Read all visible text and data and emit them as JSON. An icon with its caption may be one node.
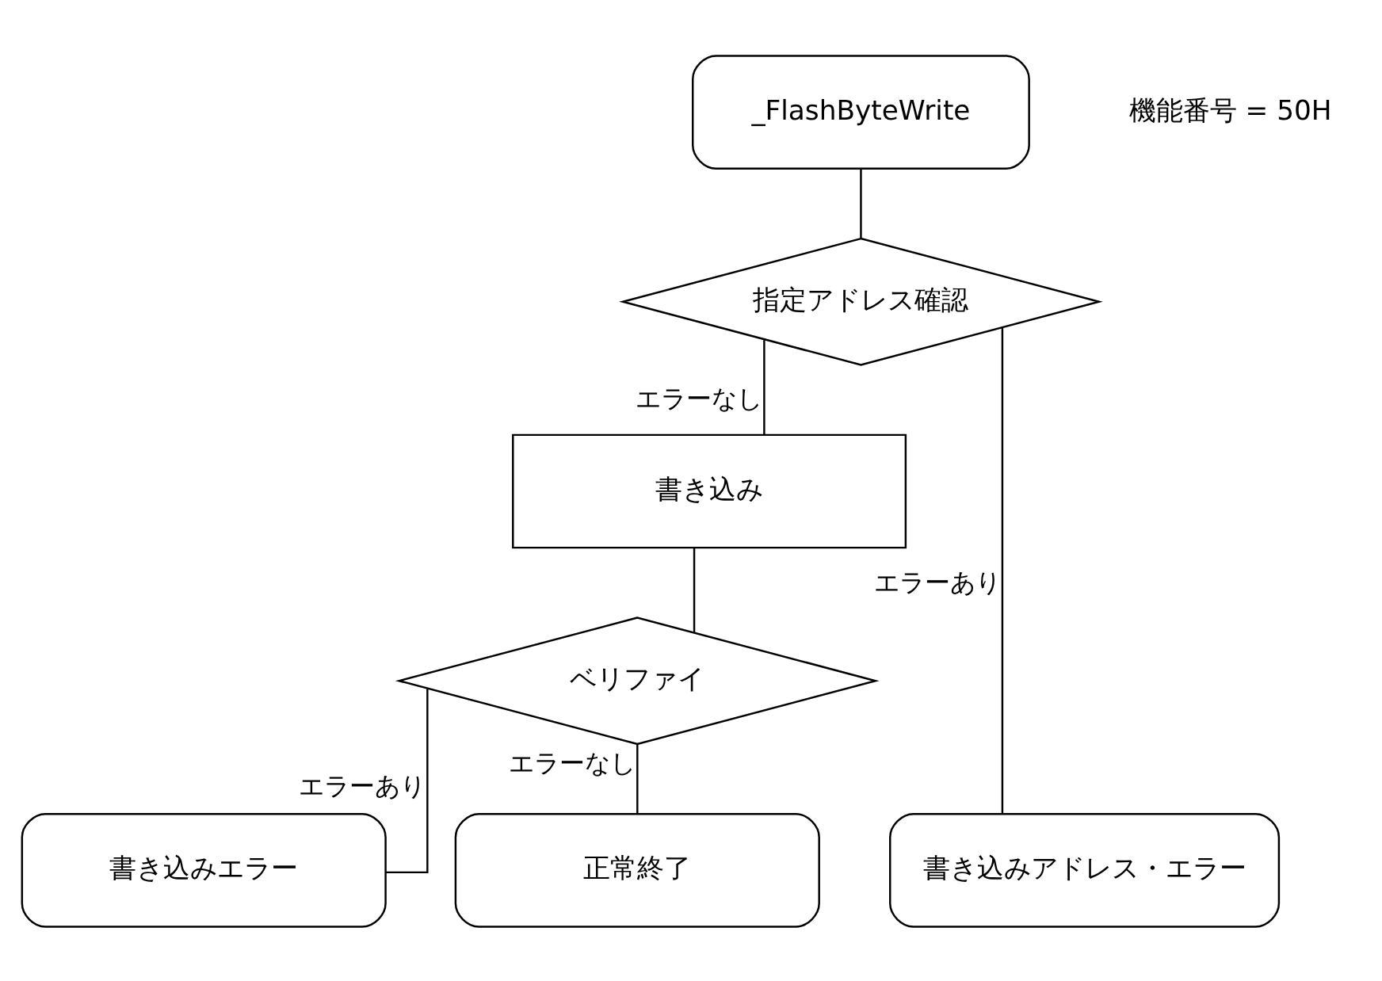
{
  "diagram": {
    "nodes": [
      {
        "text": [
          "_FlashByteWrite"
        ],
        "beside": [
          "機能番号 = 50H"
        ]
      },
      {
        "text": [
          "指定アドレス確認"
        ]
      },
      {
        "text": [
          "書き込み"
        ]
      },
      {
        "text": [
          "ベリファイ"
        ]
      },
      {
        "text": [
          "書き込みエラー"
        ]
      },
      {
        "text": [
          "正常終了"
        ]
      },
      {
        "text": [
          "書き込みアドレス・エラー"
        ]
      }
    ],
    "edges": [
      {
        "from": 0,
        "to": 1,
        "arrow": "none"
      },
      {
        "from": 1,
        "to": 2,
        "arrow": "none",
        "label": "エラーなし"
      },
      {
        "from": 1,
        "to": 6,
        "arrow": "none",
        "label": "エラーあり"
      },
      {
        "from": 2,
        "to": 3,
        "arrow": "none"
      },
      {
        "from": 3,
        "to": 4,
        "arrow": "none",
        "label": "エラーあり"
      },
      {
        "from": 3,
        "to": 5,
        "arrow": "none",
        "label": "エラーなし"
      }
    ]
  }
}
